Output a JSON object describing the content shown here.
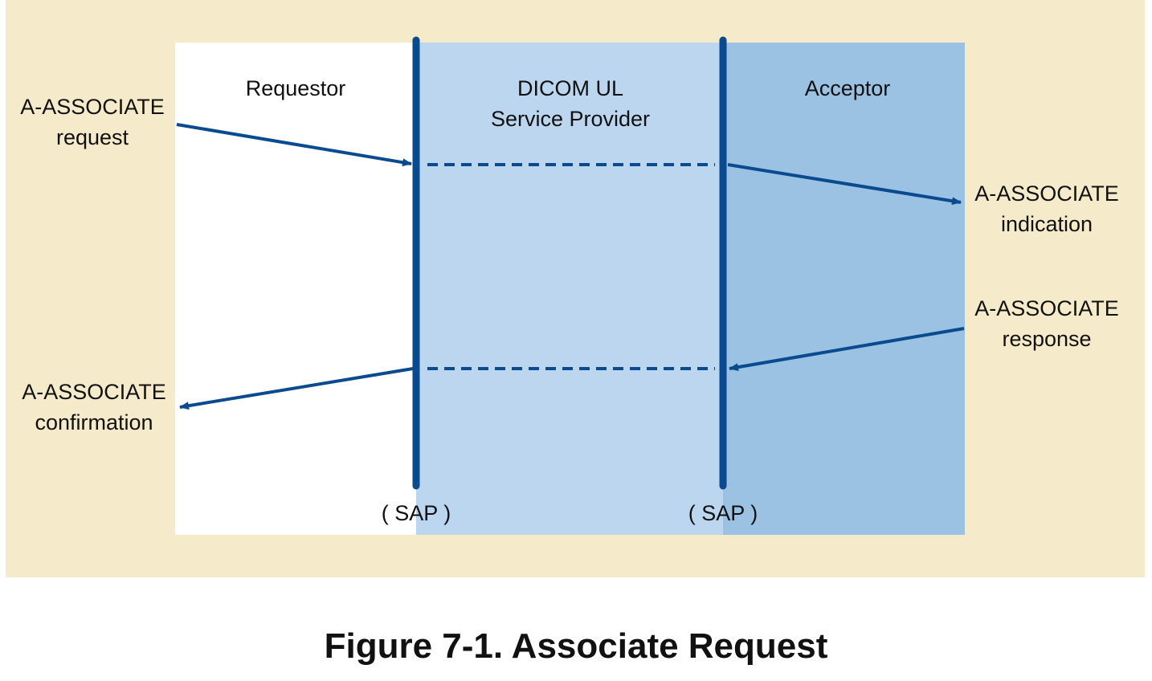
{
  "zones": {
    "requestor": "Requestor",
    "provider_line1": "DICOM UL",
    "provider_line2": "Service Provider",
    "acceptor": "Acceptor"
  },
  "sap_left": "( SAP )",
  "sap_right": "( SAP )",
  "primitives": {
    "request": {
      "line1": "A-ASSOCIATE",
      "line2": "request"
    },
    "indication": {
      "line1": "A-ASSOCIATE",
      "line2": "indication"
    },
    "response": {
      "line1": "A-ASSOCIATE",
      "line2": "response"
    },
    "confirmation": {
      "line1": "A-ASSOCIATE",
      "line2": "confirmation"
    }
  },
  "caption": "Figure 7-1. Associate Request",
  "colors": {
    "frame_bg": "#f5ebcb",
    "requestor_bg": "#ffffff",
    "provider_bg": "#bcd6ef",
    "acceptor_bg": "#9cc2e3",
    "line": "#0a4a8e"
  }
}
